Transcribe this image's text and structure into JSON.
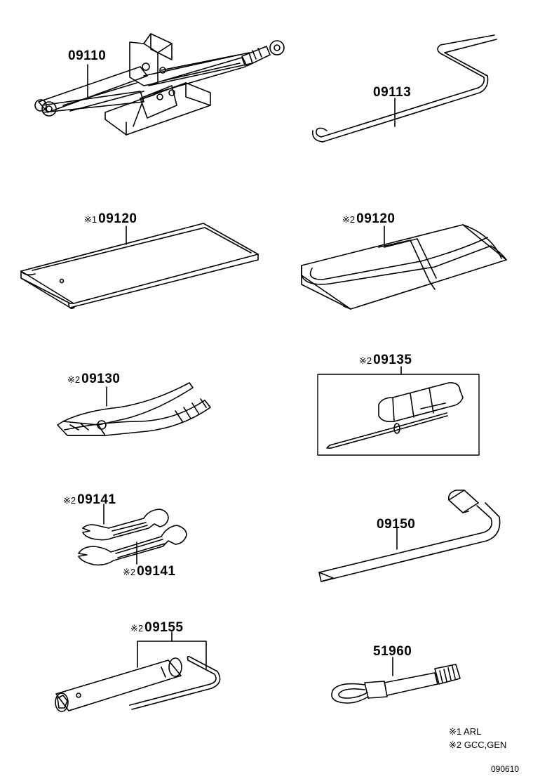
{
  "parts": {
    "jack": {
      "number": "09110",
      "marker": ""
    },
    "jack_handle": {
      "number": "09113",
      "marker": ""
    },
    "tool_bag_1": {
      "number": "09120",
      "marker": "※1"
    },
    "tool_bag_2": {
      "number": "09120",
      "marker": "※2"
    },
    "pliers": {
      "number": "09130",
      "marker": "※2"
    },
    "screwdriver": {
      "number": "09135",
      "marker": "※2"
    },
    "wrench_top": {
      "number": "09141",
      "marker": "※2"
    },
    "wrench_bottom": {
      "number": "09141",
      "marker": "※2"
    },
    "lug_wrench": {
      "number": "09150",
      "marker": ""
    },
    "plug_wrench": {
      "number": "09155",
      "marker": "※2"
    },
    "towing_eye": {
      "number": "51960",
      "marker": ""
    }
  },
  "legend": {
    "note1": "※1 ARL",
    "note2": "※2 GCC,GEN"
  },
  "diagram_id": "090610"
}
